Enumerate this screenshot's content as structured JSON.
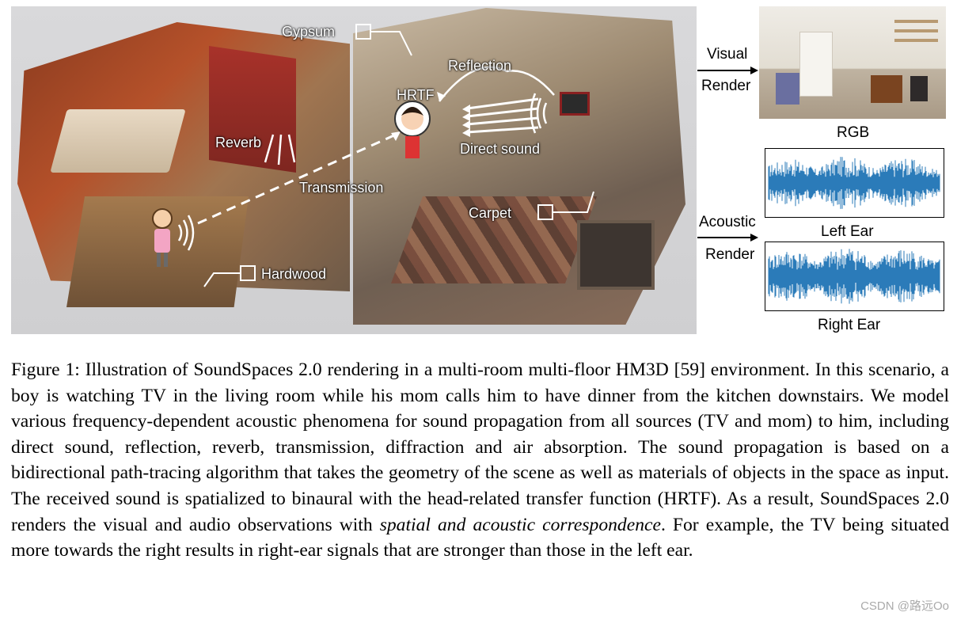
{
  "figure": {
    "scene_labels": {
      "gypsum": "Gypsum",
      "reflection": "Reflection",
      "hrtf": "HRTF",
      "direct_sound": "Direct sound",
      "reverb": "Reverb",
      "transmission": "Transmission",
      "carpet": "Carpet",
      "hardwood": "Hardwood"
    },
    "visual_render": {
      "line1": "Visual",
      "line2": "Render"
    },
    "acoustic_render": {
      "line1": "Acoustic",
      "line2": "Render"
    },
    "rgb_label": "RGB",
    "left_ear_label": "Left Ear",
    "right_ear_label": "Right Ear",
    "colors": {
      "waveform": "#2b7bb9",
      "arrow": "#ffffff"
    }
  },
  "caption": {
    "prefix": "Figure 1: Illustration of SoundSpaces 2.0 rendering in a multi-room multi-floor HM3D [59] environment. In this scenario, a boy is watching TV in the living room while his mom calls him to have dinner from the kitchen downstairs. We model various frequency-dependent acoustic phenomena for sound propagation from all sources (TV and mom) to him, including direct sound, reflection, reverb, transmission, diffraction and air absorption. The sound propagation is based on a bidirectional path-tracing algorithm that takes the geometry of the scene as well as materials of objects in the space as input. The received sound is spatialized to binaural with the head-related transfer function (HRTF). As a result, SoundSpaces 2.0 renders the visual and audio observations with",
    "emphasis": "spatial and acoustic correspondence",
    "suffix": ". For example, the TV being situated more towards the right results in right-ear signals that are stronger than those in the left ear."
  },
  "watermark": "CSDN @路远Oo"
}
